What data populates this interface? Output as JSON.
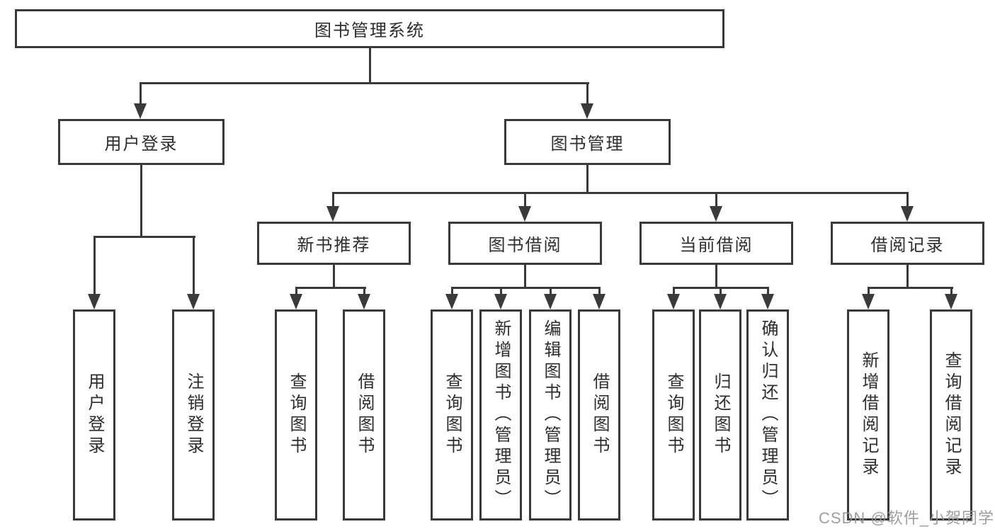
{
  "diagram": {
    "root": {
      "label": "图书管理系统"
    },
    "level1": [
      {
        "label": "用户登录",
        "children": [
          {
            "label": "用户登录"
          },
          {
            "label": "注销登录"
          }
        ]
      },
      {
        "label": "图书管理"
      }
    ],
    "level2": [
      {
        "label": "新书推荐",
        "children": [
          {
            "label": "查询图书"
          },
          {
            "label": "借阅图书"
          }
        ]
      },
      {
        "label": "图书借阅",
        "children": [
          {
            "label": "查询图书"
          },
          {
            "label": "新增图书（管理员）"
          },
          {
            "label": "编辑图书（管理员）"
          },
          {
            "label": "借阅图书"
          }
        ]
      },
      {
        "label": "当前借阅",
        "children": [
          {
            "label": "查询图书"
          },
          {
            "label": "归还图书"
          },
          {
            "label": "确认归还（管理员）"
          }
        ]
      },
      {
        "label": "借阅记录",
        "children": [
          {
            "label": "新增借阅记录"
          },
          {
            "label": "查询借阅记录"
          }
        ]
      }
    ],
    "watermark": "CSDN @软件_小贺同学",
    "colors": {
      "line": "#3a3a3a",
      "text": "#2d2d2d",
      "watermark": "#949494",
      "background": "#ffffff"
    }
  }
}
